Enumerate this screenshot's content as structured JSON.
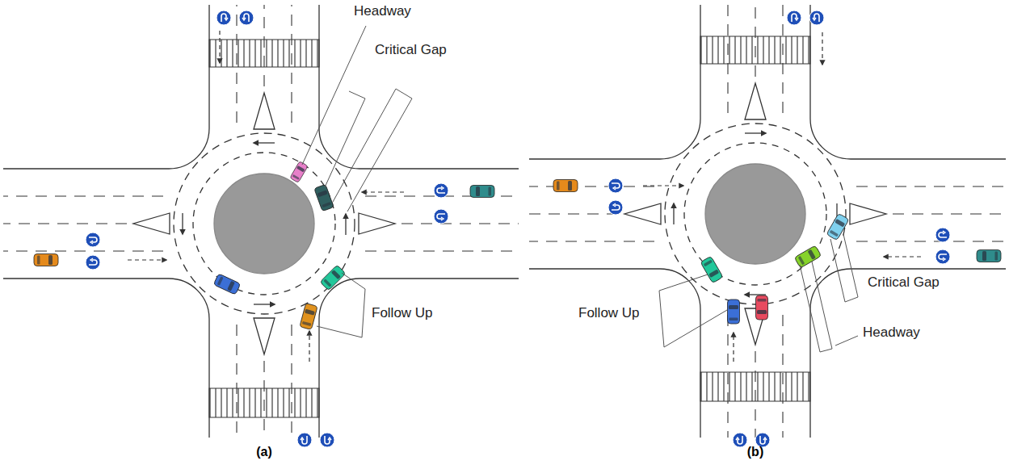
{
  "diagram": {
    "labels": [
      "Headway",
      "Critical Gap",
      "Follow Up",
      "(a)",
      "Critical Gap",
      "Headway",
      "Follow Up",
      "(b)"
    ]
  }
}
